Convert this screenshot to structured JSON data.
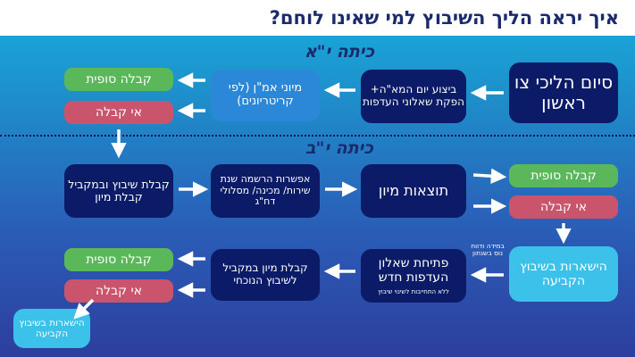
{
  "title": "איך יראה הליך השיבוץ למי שאינו לוחם?",
  "grade_11": "כיתה י\"א",
  "grade_12": "כיתה י\"ב",
  "row1": {
    "first_order": "סיום הליכי צו ראשון",
    "maa_questionnaire": "ביצוע יום המא\"ה+ הפקת שאלוני העדפות",
    "screening_criteria": "מיוני אמ\"ן (לפי קריטריונים)",
    "final_acceptance": "קבלה סופית",
    "not_accepted": "אי קבלה"
  },
  "row2": {
    "placement_or_screening": "קבלת שיבוץ ובמקביל קבלת מיון",
    "options": "אפשרות הרשמה שנת שירות/ מכינה/ מסלולי דח\"ג",
    "results": "תוצאות מיון",
    "final_acceptance": "קבלה סופית",
    "not_accepted": "אי קבלה"
  },
  "row3": {
    "stay_permanent": "הישארות בשיבוץ הקביעה",
    "side_note": "במידה ודווח נוס בשנתון",
    "new_questionnaire": "פתיחת שאלון העדפות חדש",
    "new_questionnaire_note": "ללא התחייבות לשינוי שיבוץ",
    "screening_parallel": "קבלת מיון במקביל לשיבוץ הנוכחי",
    "final_acceptance": "קבלה סופית",
    "not_accepted": "אי קבלה"
  },
  "bottom_left": "הישארות בשיבוץ הקביעה",
  "colors": {
    "navy": "#0b1b67",
    "green": "#5bb85a",
    "pink": "#c9546b",
    "light_blue": "#3bc1ea",
    "title_text": "#1a2a6b"
  }
}
